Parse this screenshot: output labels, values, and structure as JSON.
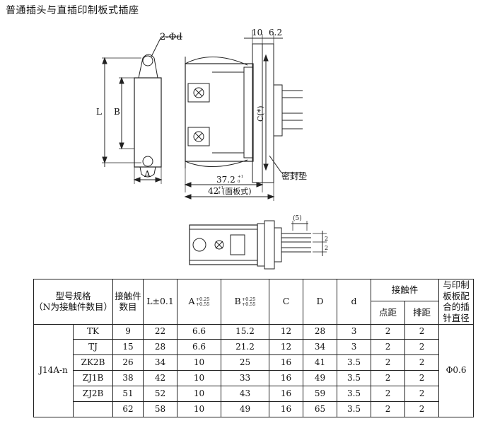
{
  "title": "普通插头与直插印制板式插座",
  "drawing": {
    "dim_hole": "2-Φd",
    "dim_L": "L",
    "dim_B": "B",
    "dim_A": "A",
    "dim_10": "10",
    "dim_6_2": "6.2",
    "dim_C": "C(*)",
    "dim_seal": "密封垫",
    "dim_37_2": "37.2",
    "dim_37_2_tol_plus": "+1",
    "dim_37_2_tol_minus": "0",
    "dim_42": "42",
    "dim_42_tol_plus": "+1",
    "dim_42_tol_minus": "0",
    "dim_42_note": "(面板式)",
    "dim_5": "(5)",
    "dim_2a": "2",
    "dim_2b": "2"
  },
  "table": {
    "header": {
      "model_spec": "型号规格",
      "model_spec_note": "（N为接触件数目）",
      "contact_count": "接触件数目",
      "L": "L±0.1",
      "A": "A",
      "A_tol_plus": "+0.25",
      "A_tol_minus": "+0.55",
      "B": "B",
      "B_tol_plus": "+0.25",
      "B_tol_minus": "+0.55",
      "C": "C",
      "D": "D",
      "d": "d",
      "contact_group": "接触件",
      "point_pitch": "点距",
      "row_pitch": "排距",
      "pcb_hole": "与印制板板配合的插针直径"
    },
    "series": "J14A-n",
    "pcb_hole_value": "Φ0.6",
    "rows": [
      {
        "type": "TK",
        "n": "9",
        "L": "22",
        "A": "6.6",
        "B": "15.2",
        "C": "12",
        "D": "28",
        "d": "3",
        "p": "2",
        "r": "2"
      },
      {
        "type": "TJ",
        "n": "15",
        "L": "28",
        "A": "6.6",
        "B": "21.2",
        "C": "12",
        "D": "34",
        "d": "3",
        "p": "2",
        "r": "2"
      },
      {
        "type": "ZK2B",
        "n": "26",
        "L": "34",
        "A": "10",
        "B": "25",
        "C": "16",
        "D": "41",
        "d": "3.5",
        "p": "2",
        "r": "2"
      },
      {
        "type": "ZJ1B",
        "n": "38",
        "L": "42",
        "A": "10",
        "B": "33",
        "C": "16",
        "D": "49",
        "d": "3.5",
        "p": "2",
        "r": "2"
      },
      {
        "type": "ZJ2B",
        "n": "51",
        "L": "52",
        "A": "10",
        "B": "43",
        "C": "16",
        "D": "59",
        "d": "3.5",
        "p": "2",
        "r": "2"
      },
      {
        "type": "",
        "n": "62",
        "L": "58",
        "A": "10",
        "B": "49",
        "C": "16",
        "D": "65",
        "d": "3.5",
        "p": "2",
        "r": "2"
      }
    ]
  }
}
